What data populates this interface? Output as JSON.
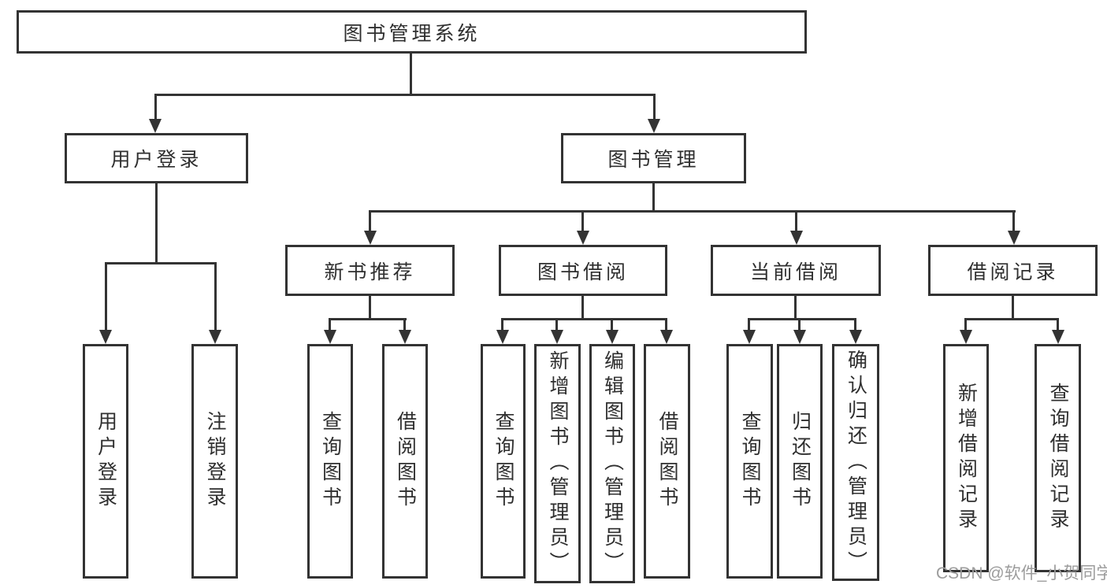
{
  "title": "图书管理系统",
  "level2": [
    "用户登录",
    "图书管理"
  ],
  "level3": [
    "新书推荐",
    "图书借阅",
    "当前借阅",
    "借阅记录"
  ],
  "level4": [
    "用户登录",
    "注销登录",
    "查询图书",
    "借阅图书",
    "查询图书",
    "新增图书（管理员）",
    "编辑图书（管理员）",
    "借阅图书",
    "查询图书",
    "归还图书",
    "确认归还（管理员）",
    "新增借阅记录",
    "查询借阅记录"
  ],
  "watermark": "CSDN @软件_小贺同学",
  "colors": {
    "line": "#333333",
    "text": "#2f2f2f",
    "watermark": "#9c9c9c",
    "background": "#ffffff"
  }
}
